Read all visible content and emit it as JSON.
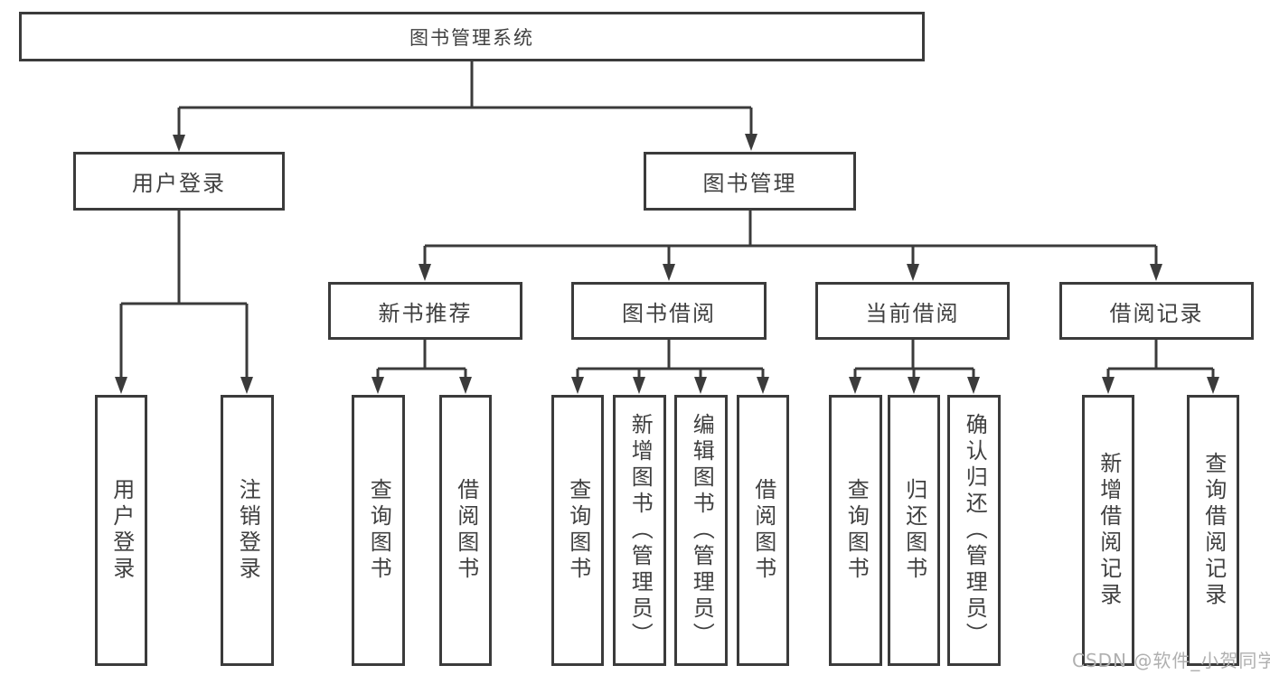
{
  "nodes": {
    "root": {
      "label": "图书管理系统"
    },
    "user_login": {
      "label": "用户登录"
    },
    "book_mgmt": {
      "label": "图书管理"
    },
    "new_book_rec": {
      "label": "新书推荐"
    },
    "book_borrow": {
      "label": "图书借阅"
    },
    "current_borrow": {
      "label": "当前借阅"
    },
    "borrow_records": {
      "label": "借阅记录"
    },
    "ul_user_login": {
      "label": "用户登录"
    },
    "ul_logout": {
      "label": "注销登录"
    },
    "nb_query": {
      "label": "查询图书"
    },
    "nb_borrow": {
      "label": "借阅图书"
    },
    "bb_query": {
      "label": "查询图书"
    },
    "bb_add": {
      "label": "新增图书（管理员）"
    },
    "bb_edit": {
      "label": "编辑图书（管理员）"
    },
    "bb_borrow": {
      "label": "借阅图书"
    },
    "cb_query": {
      "label": "查询图书"
    },
    "cb_return": {
      "label": "归还图书"
    },
    "cb_confirm": {
      "label": "确认归还（管理员）"
    },
    "br_add": {
      "label": "新增借阅记录"
    },
    "br_query": {
      "label": "查询借阅记录"
    }
  },
  "hierarchy": {
    "图书管理系统": {
      "用户登录": [
        "用户登录",
        "注销登录"
      ],
      "图书管理": {
        "新书推荐": [
          "查询图书",
          "借阅图书"
        ],
        "图书借阅": [
          "查询图书",
          "新增图书（管理员）",
          "编辑图书（管理员）",
          "借阅图书"
        ],
        "当前借阅": [
          "查询图书",
          "归还图书",
          "确认归还（管理员）"
        ],
        "借阅记录": [
          "新增借阅记录",
          "查询借阅记录"
        ]
      }
    }
  },
  "watermark": {
    "text": "CSDN @软件_小贺同学"
  },
  "colors": {
    "line": "#3b3b3b",
    "text": "#404040",
    "watermark": "#b0b0b0",
    "background": "#ffffff"
  }
}
